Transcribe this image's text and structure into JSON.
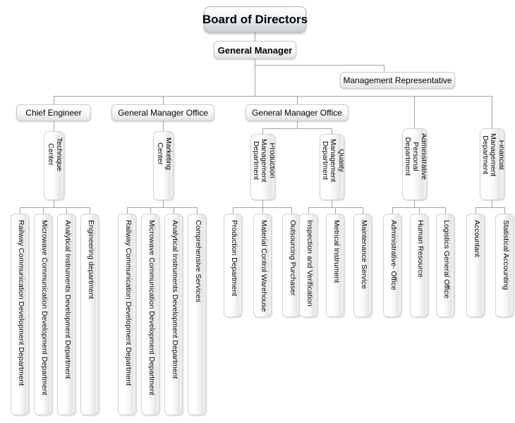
{
  "chart": {
    "title": "Organization Chart",
    "type": "org-chart",
    "line_color": "#9aa4ad",
    "box_border_color": "#c9ccd0",
    "text_color": "#000000",
    "background": "#ffffff"
  },
  "nodes": {
    "board_of_directors": "Board of Directors",
    "general_manager": "General Manager",
    "management_representative": "Management Representative",
    "chief_engineer": "Chief Engineer",
    "general_manager_office_1": "General Manager Office",
    "general_manager_office_2": "General Manager Office",
    "technique_center": "Technique\nCenter",
    "marketing_center": "Marketing\nCenter",
    "production_management_department": "Production\nManagement\nDepartment",
    "quality_management_department": "Quality\nManagement\nDepartment",
    "administrative_personal_department": "Administrative\nPersonal\nDepartment",
    "financial_management_department": "Financial\nManagement\nDepartment"
  },
  "leaves": {
    "technique_center_children": [
      "Railway Communication Development Department",
      "Microwave Communication Development Department",
      "Analytical Instruments Development Department",
      "Engineering department"
    ],
    "marketing_center_children": [
      "Railway Communication Development Department",
      "Microwave Communication Development Department",
      "Analytical Instruments Development Department",
      "Comprehensive Services"
    ],
    "production_children": [
      "Production Department",
      "Material Control Warehouse",
      "Outsourcing Purchaser"
    ],
    "quality_children": [
      "Inspection and Verification",
      "Metrical Instrument",
      "Maintenance Service"
    ],
    "administrative_children": [
      "Administrative- Office",
      "Human Resource",
      "Logistics General Office"
    ],
    "financial_children": [
      "Accountant",
      "Statistical Accounting"
    ]
  }
}
